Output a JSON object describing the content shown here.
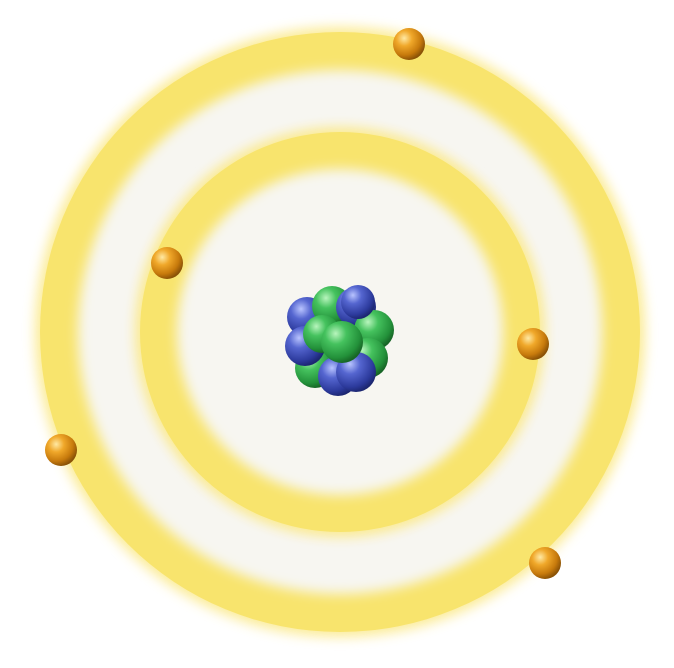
{
  "diagram": {
    "type": "bohr-atom-model",
    "colors": {
      "background": "#ffffff",
      "shell_glow": "#fbe98a",
      "shell_core": "#f6e061",
      "shell_interior": "#f7f6f1",
      "electron": "#d98c12",
      "proton": "#3d4fb8",
      "neutron": "#2fa84a"
    },
    "shells": [
      {
        "name": "inner-shell",
        "electrons": 2
      },
      {
        "name": "outer-shell",
        "electrons": 3
      }
    ],
    "nucleus": {
      "protons": 6,
      "neutrons": 7
    },
    "icons": [
      "electron-icon",
      "proton-icon",
      "neutron-icon"
    ]
  }
}
